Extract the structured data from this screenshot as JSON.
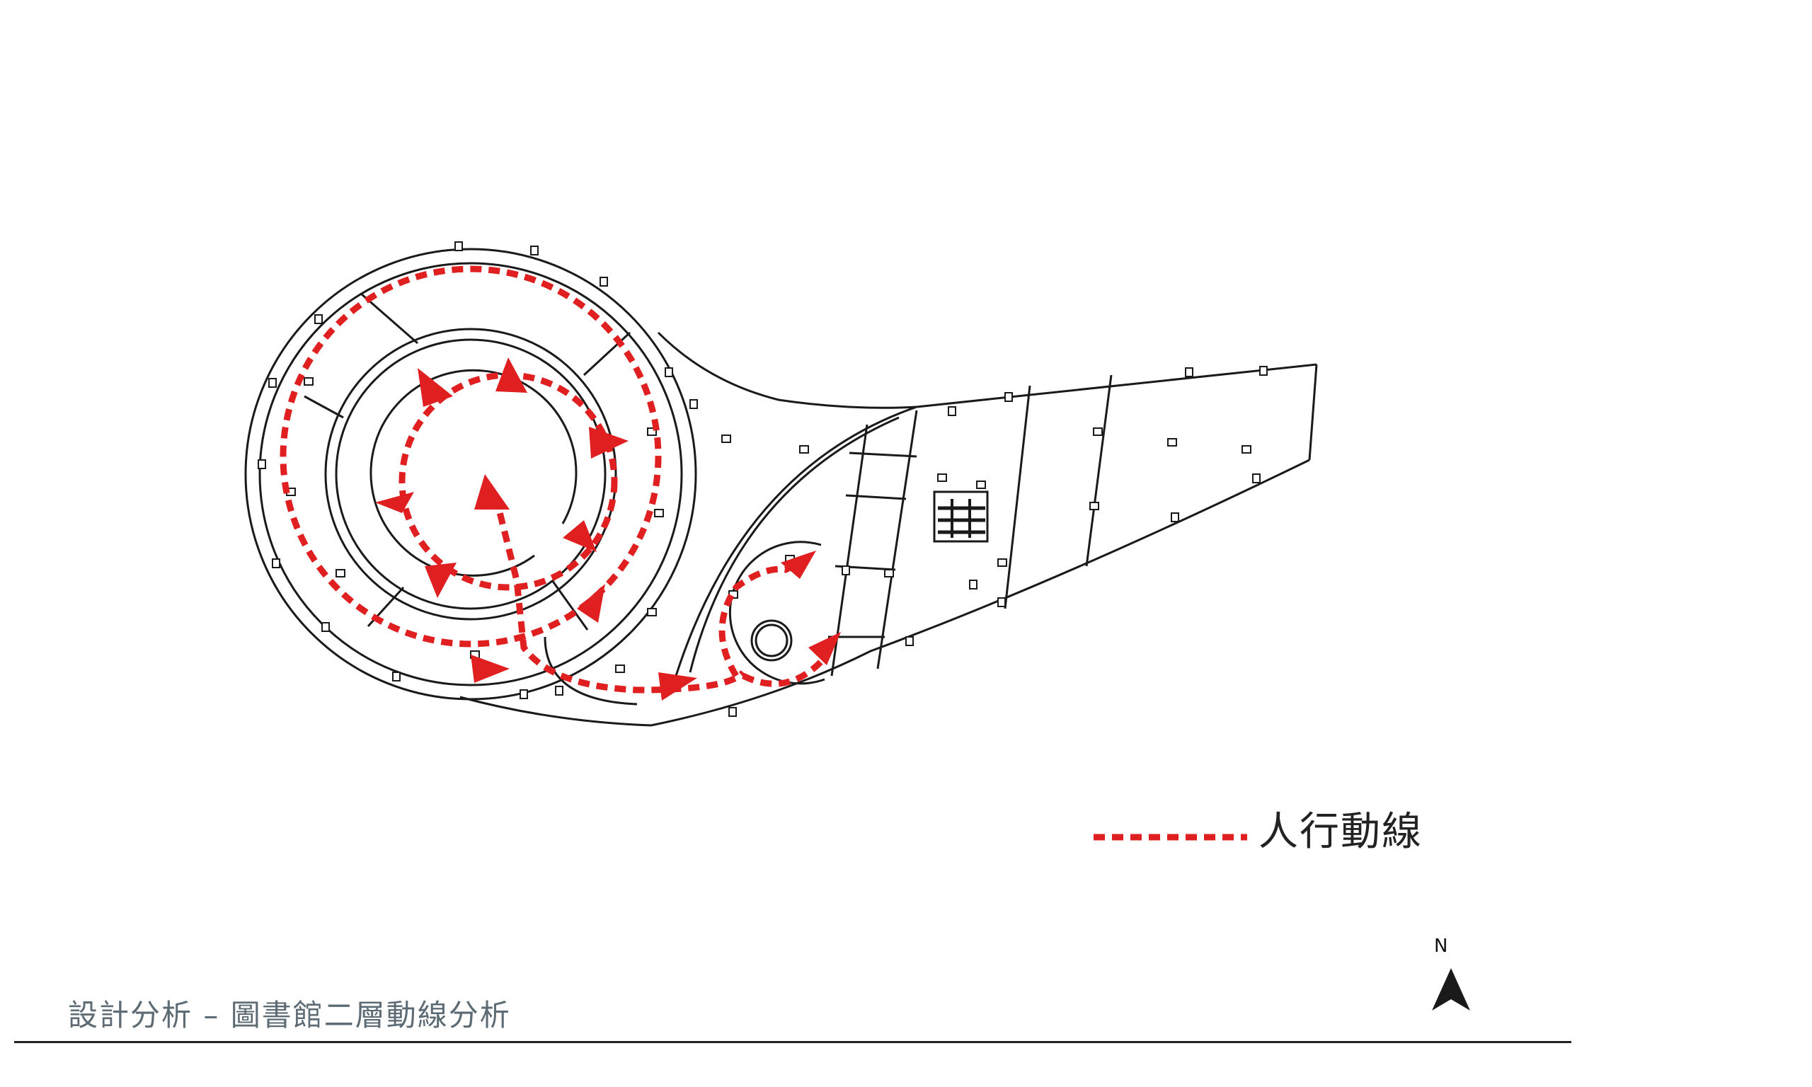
{
  "legend": {
    "label": "人行動線",
    "line_color": "#e02020"
  },
  "north": {
    "label": "N"
  },
  "caption": {
    "text": "設計分析 – 圖書館二層動線分析"
  },
  "colors": {
    "linework": "#1a1a1a",
    "path": "#e02020",
    "caption": "#5d6b74"
  }
}
